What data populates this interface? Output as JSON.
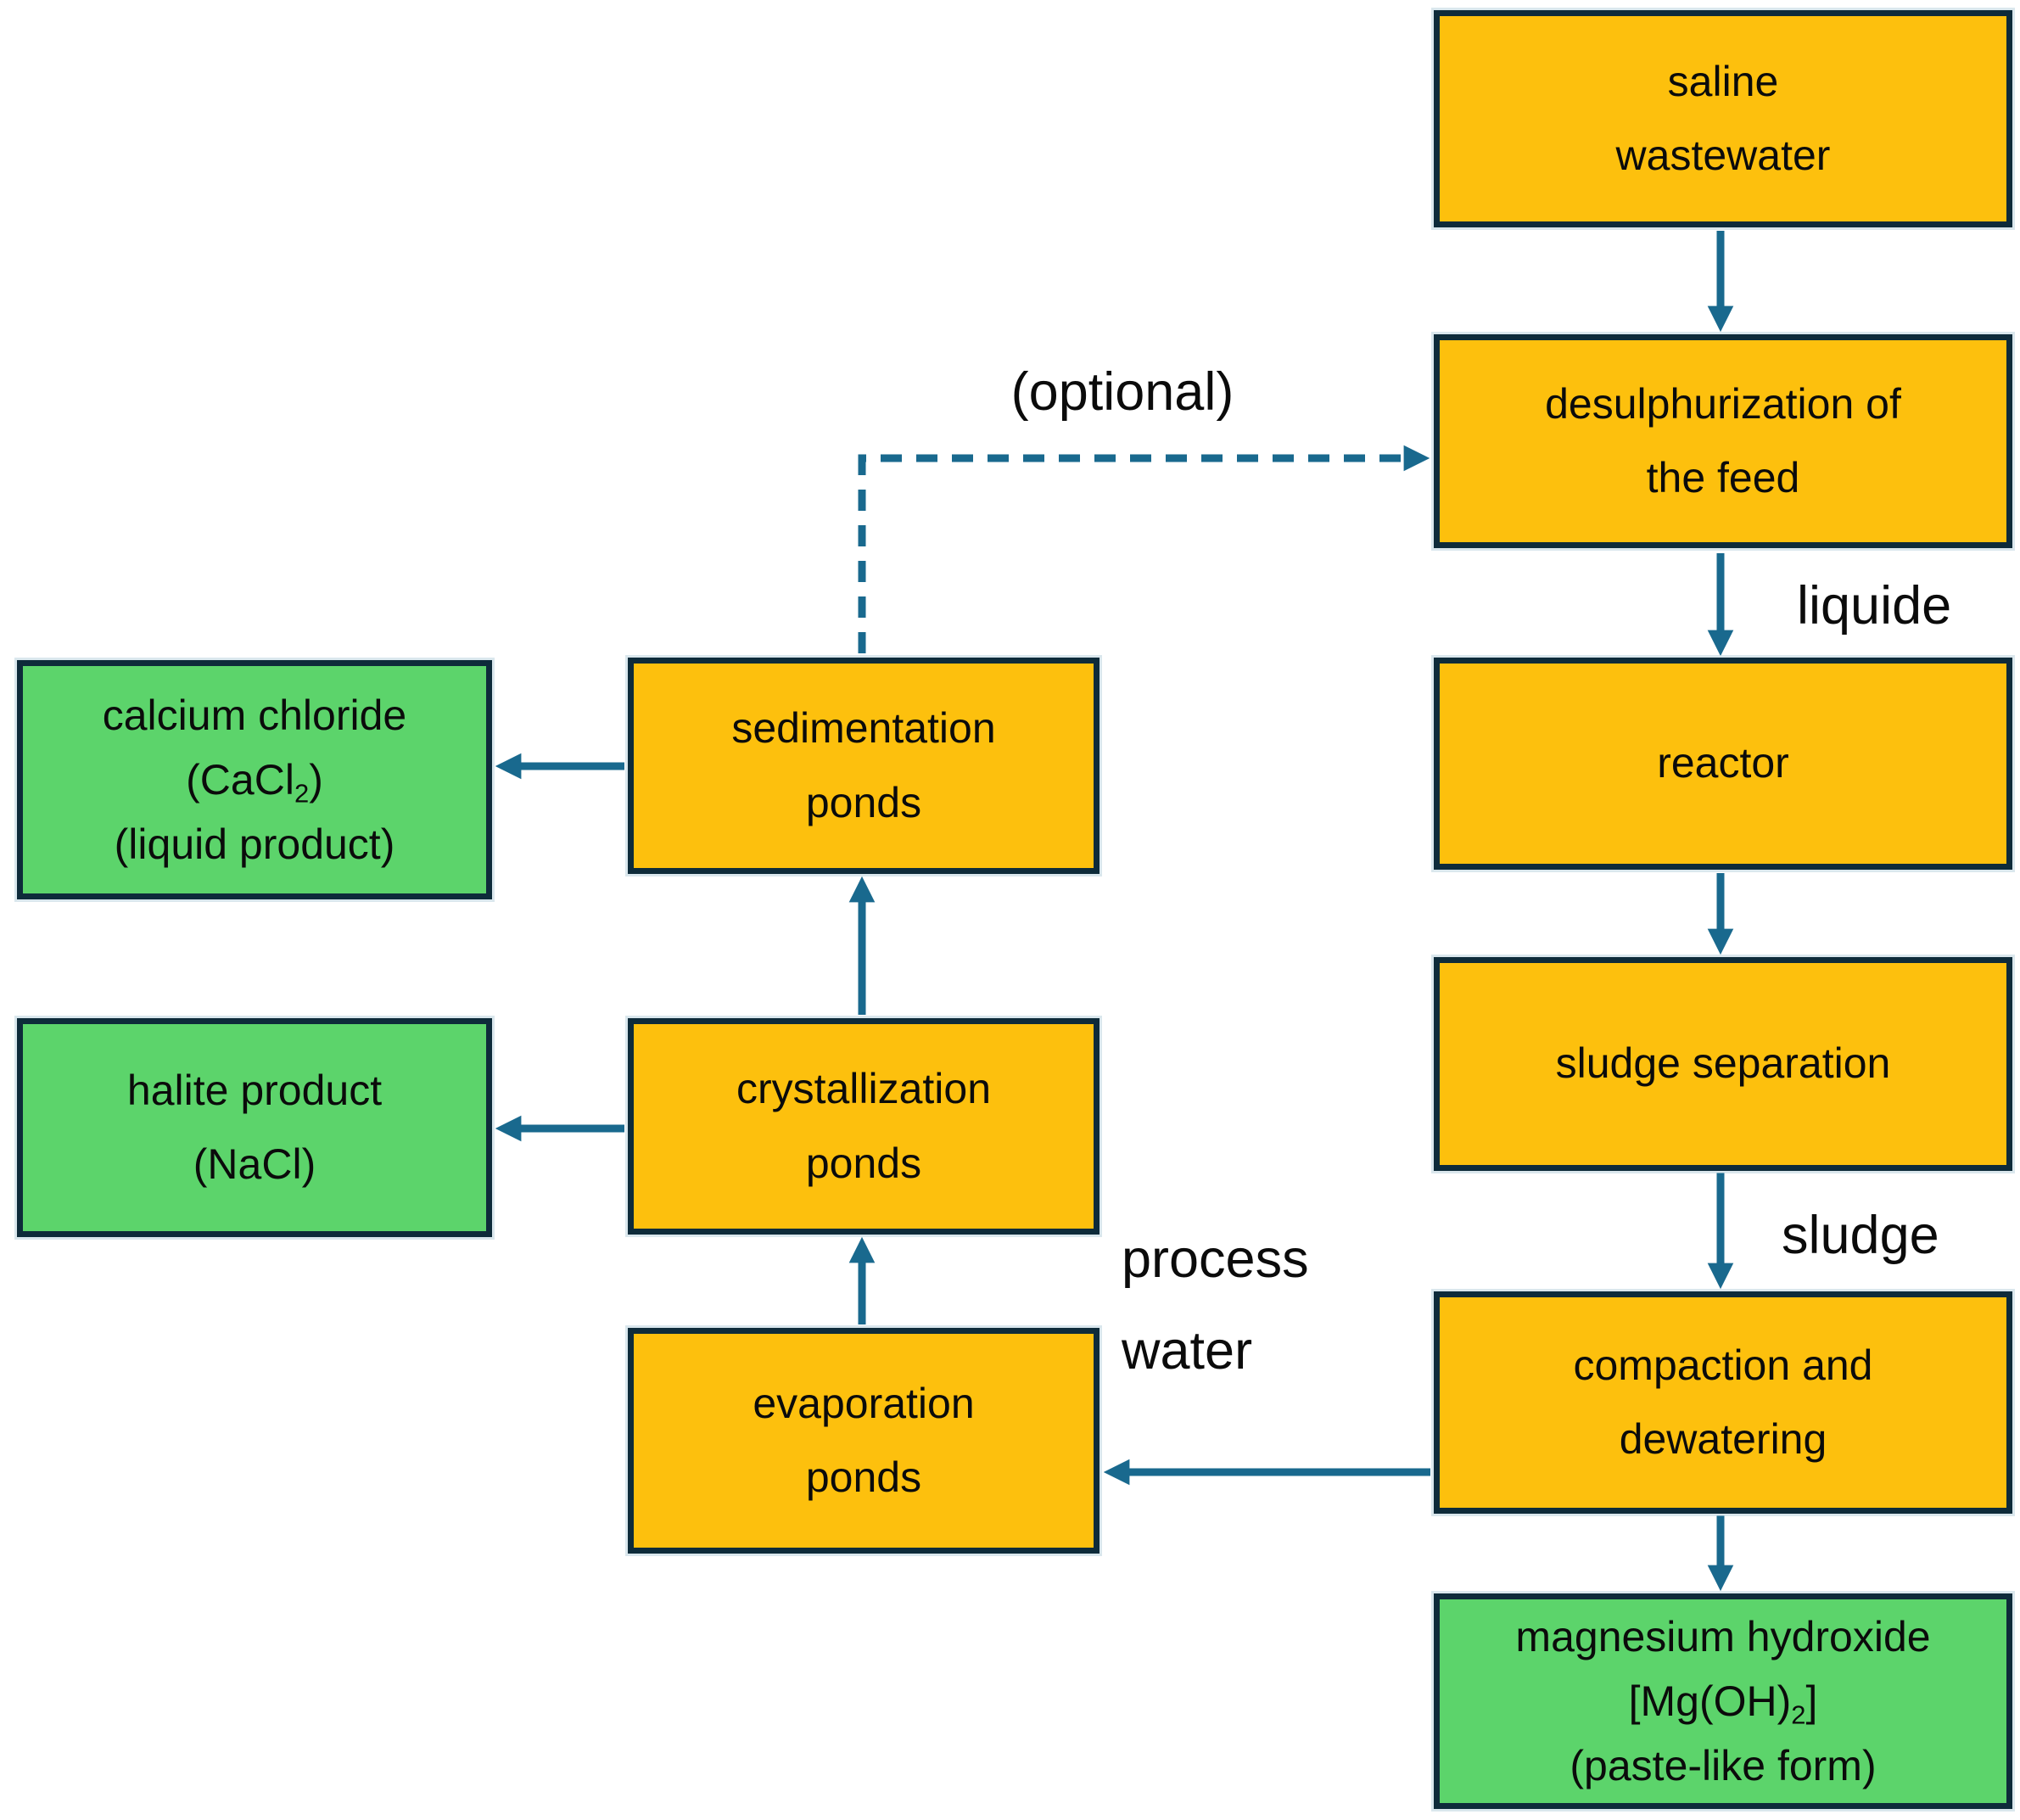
{
  "colors": {
    "background": "#FFFFFF",
    "process_box_fill": "#FDC00D",
    "product_box_fill": "#5CD46B",
    "box_border": "#0E2B3A",
    "arrow": "#19698E",
    "text": "#0B0B0B"
  },
  "nodes": {
    "saline_wastewater": {
      "lines": [
        "saline",
        "wastewater"
      ]
    },
    "desulphurization": {
      "lines": [
        "desulphurization of",
        "the feed"
      ]
    },
    "reactor": {
      "lines": [
        "reactor"
      ]
    },
    "sludge_separation": {
      "lines": [
        "sludge separation"
      ]
    },
    "compaction": {
      "lines": [
        "compaction and",
        "dewatering"
      ]
    },
    "magnesium_hydroxide": {
      "line1": "magnesium hydroxide",
      "formula": {
        "pre": "[Mg(OH)",
        "sub": "2",
        "post": "]"
      },
      "line3": "(paste-like form)"
    },
    "sedimentation_ponds": {
      "lines": [
        "sedimentation",
        "ponds"
      ]
    },
    "crystallization_ponds": {
      "lines": [
        "crystallization",
        "ponds"
      ]
    },
    "evaporation_ponds": {
      "lines": [
        "evaporation",
        "ponds"
      ]
    },
    "calcium_chloride": {
      "line1": "calcium chloride",
      "formula": {
        "pre": "(CaCl",
        "sub": "2",
        "post": ")"
      },
      "line3": "(liquid product)"
    },
    "halite_product": {
      "lines": [
        "halite product",
        "(NaCl)"
      ]
    }
  },
  "labels": {
    "optional": "(optional)",
    "liquide": "liquide",
    "sludge": "sludge",
    "process_water": {
      "line1": "process",
      "line2": "water"
    }
  },
  "edges": [
    {
      "from": "saline wastewater",
      "to": "desulphurization of the feed",
      "style": "solid",
      "label": ""
    },
    {
      "from": "desulphurization of the feed",
      "to": "reactor",
      "style": "solid",
      "label": "liquide"
    },
    {
      "from": "reactor",
      "to": "sludge separation",
      "style": "solid",
      "label": ""
    },
    {
      "from": "sludge separation",
      "to": "compaction and dewatering",
      "style": "solid",
      "label": "sludge"
    },
    {
      "from": "compaction and dewatering",
      "to": "magnesium hydroxide [Mg(OH)2] (paste-like form)",
      "style": "solid",
      "label": ""
    },
    {
      "from": "compaction and dewatering",
      "to": "evaporation ponds",
      "style": "solid",
      "label": "process water"
    },
    {
      "from": "evaporation ponds",
      "to": "crystallization ponds",
      "style": "solid",
      "label": ""
    },
    {
      "from": "crystallization ponds",
      "to": "sedimentation ponds",
      "style": "solid",
      "label": ""
    },
    {
      "from": "crystallization ponds",
      "to": "halite product (NaCl)",
      "style": "solid",
      "label": ""
    },
    {
      "from": "sedimentation ponds",
      "to": "calcium chloride (CaCl2) (liquid product)",
      "style": "solid",
      "label": ""
    },
    {
      "from": "sedimentation ponds",
      "to": "desulphurization of the feed",
      "style": "dashed",
      "label": "(optional)"
    }
  ]
}
